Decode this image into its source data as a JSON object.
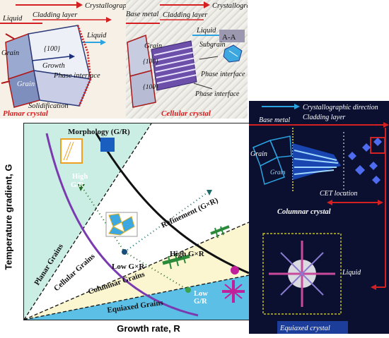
{
  "planar_panel": {
    "header": "Crystallographic direction",
    "liquid_top": "Liquid",
    "cladding": "Cladding layer",
    "liquid_right": "Liquid",
    "grain_1": "Grain",
    "grain_2": "Grain",
    "plane": "{100}",
    "growth": "Growth",
    "phase_interface": "Phase interface",
    "solidification": "Solidification",
    "caption": "Planar crystal"
  },
  "cellular_panel": {
    "base_metal": "Base metal",
    "header": "Crystallographic direction",
    "cladding": "Cladding layer",
    "liquid": "Liquid",
    "section": "A-A",
    "subgrain": "Subgrain",
    "grain": "Grain",
    "plane_1": "{100}",
    "plane_2": "{100}",
    "phase_interface_1": "Phase interface",
    "phase_interface_2": "Phase interface",
    "caption": "Cellular crystal"
  },
  "main_diagram": {
    "morphology_label": "Morphology (G/R)",
    "high_gr": "High\nG/R",
    "refinement": "Refinement (G×R)",
    "high_gxr": "High G×R",
    "low_gxr": "Low G×R",
    "low_gr": "Low\nG/R",
    "planar_grains": "Planar Grains",
    "cellular_grains": "Cellular Grains",
    "columnar_grains": "Columnar Grains",
    "equiaxed_grains": "Equiaxed Grains",
    "y_axis": "Temperature gradient, G",
    "x_axis": "Growth rate, R"
  },
  "columnar_panel": {
    "header": "Crystallographic direction",
    "cladding": "Cladding layer",
    "base_metal": "Base metal",
    "grain_1": "Grain",
    "grain_2": "Grain",
    "cet_location": "CET location",
    "caption": "Columnar crystal",
    "liquid": "Liquid",
    "equiaxed_caption": "Equiaxed crystal"
  },
  "colors": {
    "red_arrow": "#d42020",
    "blue_arrow": "#2aa3e0",
    "planar_zone": "#cbeee4",
    "cellular_zone": "#ffffff",
    "columnar_zone": "#fbf6cf",
    "equiaxed_zone": "#5cc0e6",
    "morphology_curve": "#111111",
    "refinement_curve": "#7b3bb0",
    "right_panel_bg": "#0b1030"
  }
}
